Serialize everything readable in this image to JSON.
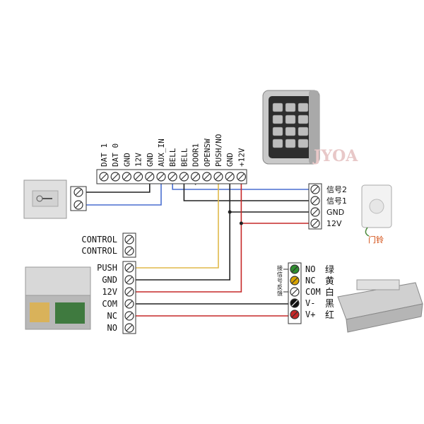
{
  "keypad_terminals": [
    "DAT 1",
    "DAT 0",
    "GND",
    "12V",
    "GND",
    "AUX_IN",
    "BELL",
    "BELL",
    "DOOR1",
    "OPENSW",
    "PUSH/NO",
    "GND",
    "+12V"
  ],
  "doorbell_terminals": [
    "信号2",
    "信号1",
    "GND",
    "12V"
  ],
  "doorbell_caption": "门铃",
  "power_control_terminals": [
    "CONTROL",
    "CONTROL"
  ],
  "power_terminals": [
    "PUSH",
    "GND",
    "12V",
    "COM",
    "NC",
    "NO"
  ],
  "lock_terminals": [
    {
      "label": "NO",
      "cn": "绿",
      "color": "#2f8f2f"
    },
    {
      "label": "NC",
      "cn": "黄",
      "color": "#d9a400"
    },
    {
      "label": "COM",
      "cn": "白",
      "color": "#ffffff"
    },
    {
      "label": "V-",
      "cn": "黑",
      "color": "#111111"
    },
    {
      "label": "V+",
      "cn": "红",
      "color": "#c62828"
    }
  ],
  "lock_feedback_label": "接信号反馈",
  "watermark": "JYOA",
  "colors": {
    "wire_blue": "#4a6fd0",
    "wire_black": "#222222",
    "wire_red": "#c62828",
    "wire_yellow": "#e0b94a",
    "wire_gray": "#777777"
  },
  "icons": [
    "keypad-icon",
    "exit-button-icon",
    "doorbell-icon",
    "power-supply-icon",
    "electric-lock-icon"
  ]
}
